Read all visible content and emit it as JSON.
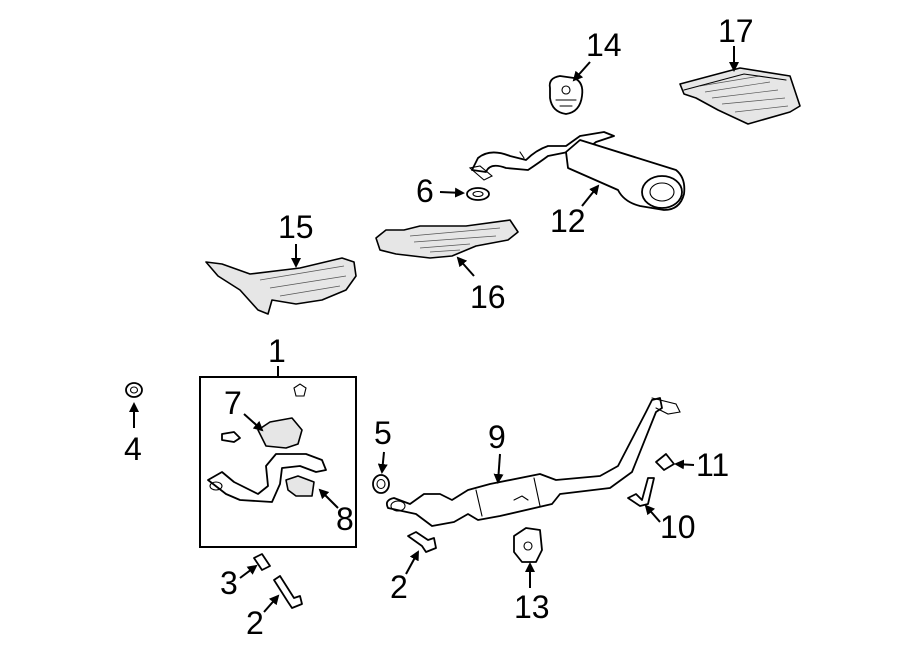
{
  "diagram": {
    "callouts": {
      "c1": "1",
      "c2a": "2",
      "c2b": "2",
      "c3": "3",
      "c4": "4",
      "c5": "5",
      "c6": "6",
      "c7": "7",
      "c8": "8",
      "c9": "9",
      "c10": "10",
      "c11": "11",
      "c12": "12",
      "c13": "13",
      "c14": "14",
      "c15": "15",
      "c16": "16",
      "c17": "17"
    }
  }
}
